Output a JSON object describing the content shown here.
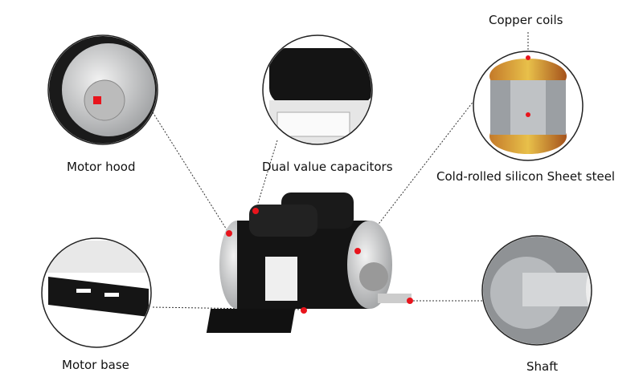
{
  "title": "Motor components diagram",
  "labels": {
    "copper_coils": "Copper coils",
    "motor_hood": "Motor hood",
    "dual_capacitors": "Dual value capacitors",
    "silicon_steel": "Cold-rolled silicon Sheet steel",
    "motor_base": "Motor base",
    "shaft": "Shaft"
  },
  "colors": {
    "marker": "#e8141c",
    "motor_body": "#111111",
    "housing": "#c9cbcd"
  }
}
